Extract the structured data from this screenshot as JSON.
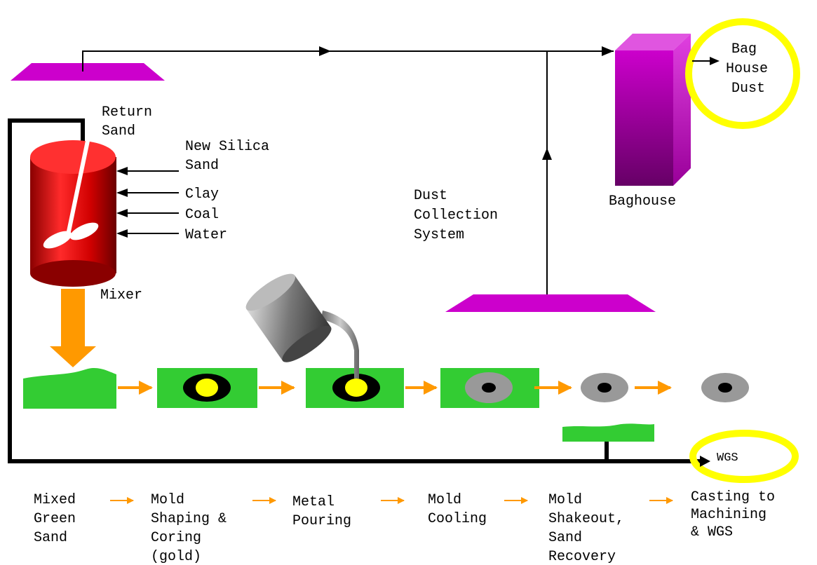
{
  "labels": {
    "return_sand": [
      "Return",
      "Sand"
    ],
    "new_silica_sand": [
      "New Silica",
      "Sand"
    ],
    "clay": "Clay",
    "coal": "Coal",
    "water": "Water",
    "mixer": "Mixer",
    "dust_collection": [
      "Dust",
      "Collection",
      "System"
    ],
    "baghouse": "Baghouse",
    "bag_house_dust": [
      "Bag",
      "House",
      "Dust"
    ],
    "wgs": "WGS"
  },
  "steps": [
    {
      "lines": [
        "Mixed",
        "Green",
        "Sand"
      ]
    },
    {
      "lines": [
        "Mold",
        "Shaping &",
        "Coring",
        "(gold)"
      ]
    },
    {
      "lines": [
        "Metal",
        "Pouring"
      ]
    },
    {
      "lines": [
        "Mold",
        "Cooling"
      ]
    },
    {
      "lines": [
        "Mold",
        "Shakeout,",
        "Sand",
        "Recovery"
      ]
    },
    {
      "lines": [
        "Casting to",
        "Machining",
        "& WGS"
      ]
    }
  ],
  "colors": {
    "green": "#33cc33",
    "orange": "#ff9900",
    "magenta": "#cc00cc",
    "yellow": "#ffff00",
    "red": "#ff1a1a",
    "gray": "#999999"
  }
}
